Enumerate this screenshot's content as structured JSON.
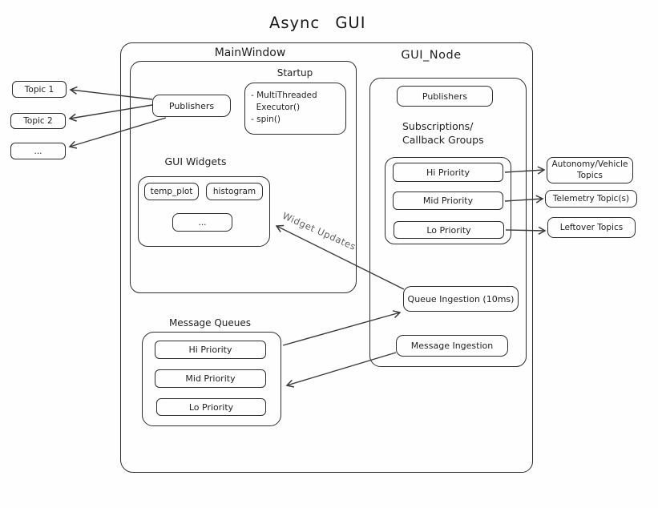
{
  "title": "Async GUI",
  "colors": {
    "stroke": "#2d2d2d",
    "arrow": "#3a3a3a",
    "text": "#1f1f1f",
    "muted_label": "#5f5f5f",
    "background": "#fefefe"
  },
  "main_window": {
    "label": "MainWindow",
    "publishers_label": "Publishers",
    "startup": {
      "label": "Startup",
      "body": "- MultiThreaded\n  Executor()\n- spin()"
    },
    "gui_widgets": {
      "label": "GUI Widgets",
      "items": [
        "temp_plot",
        "histogram",
        "..."
      ]
    },
    "message_queues": {
      "label": "Message Queues",
      "items": [
        "Hi Priority",
        "Mid Priority",
        "Lo Priority"
      ]
    }
  },
  "gui_node": {
    "label": "GUI_Node",
    "publishers_label": "Publishers",
    "subscriptions": {
      "label": "Subscriptions/\nCallback Groups",
      "items": [
        "Hi Priority",
        "Mid Priority",
        "Lo Priority"
      ]
    },
    "queue_ingestion_label": "Queue Ingestion (10ms)",
    "message_ingestion_label": "Message Ingestion"
  },
  "left_topics": [
    "Topic 1",
    "Topic 2",
    "..."
  ],
  "right_topics": [
    "Autonomy/Vehicle Topics",
    "Telemetry Topic(s)",
    "Leftover Topics"
  ],
  "annotations": {
    "widget_updates": "Widget Updates"
  }
}
